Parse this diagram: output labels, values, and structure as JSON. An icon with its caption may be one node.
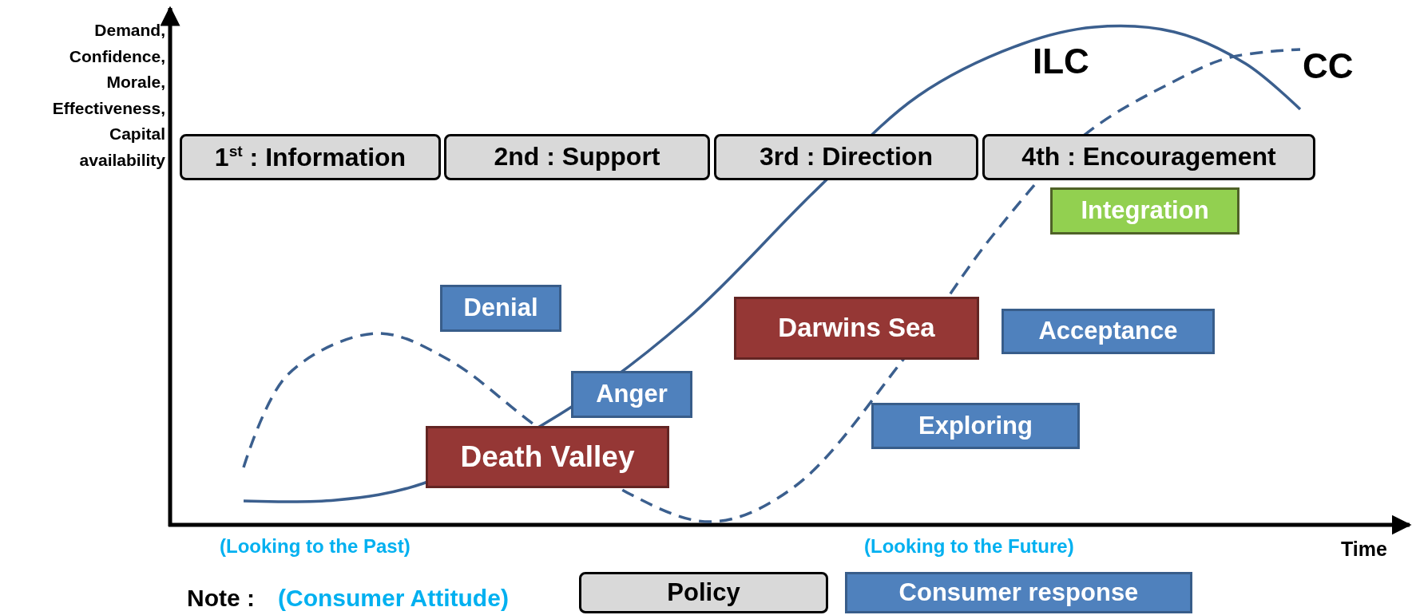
{
  "diagram": {
    "nodes": [
      {
        "text": [
          "1$^{st}$ : Information"
        ]
      },
      {
        "text": [
          "2nd : Support"
        ]
      },
      {
        "text": [
          "3rd : Direction"
        ]
      },
      {
        "text": [
          "4th : Encouragement"
        ]
      },
      {
        "text": [
          "Integration"
        ]
      },
      {
        "text": [
          "Denial"
        ]
      },
      {
        "text": [
          "Darwins Sea"
        ]
      },
      {
        "text": [
          "Acceptance"
        ]
      },
      {
        "text": [
          "Anger"
        ]
      },
      {
        "text": [
          "Exploring"
        ]
      },
      {
        "text": [
          "Death Valley"
        ]
      }
    ],
    "labels": [
      "Demand, Confidence, Morale, Effectiveness, Capital availability",
      "ILC",
      "CC",
      "Time",
      "(Looking to the Past)",
      "(Looking to the Future)",
      "Note :",
      "(Consumer Attitude)"
    ],
    "legend": [
      {
        "text": "Policy",
        "color": "#d9d9d9"
      },
      {
        "text": "Consumer response",
        "color": "#4f81bd"
      }
    ]
  }
}
